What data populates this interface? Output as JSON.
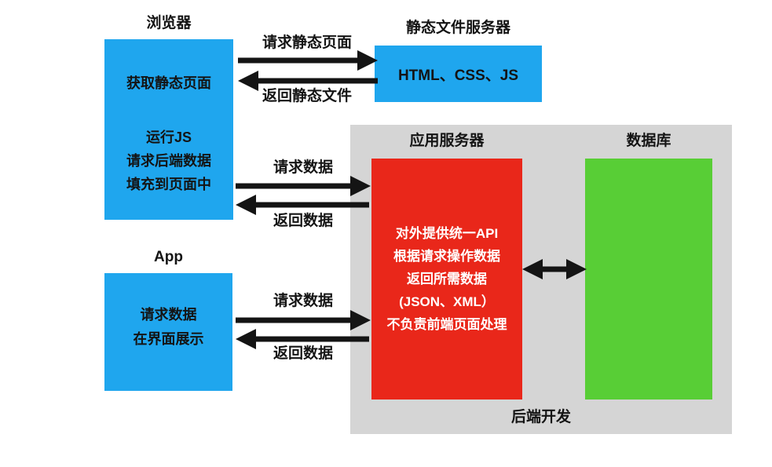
{
  "colors": {
    "node_blue": "#1FA6EE",
    "server_red": "#E9271A",
    "db_green": "#58CE36",
    "region_gray": "#D5D5D5",
    "arrow_black": "#141414",
    "red_box_text": "#FFFFFF"
  },
  "nodes": {
    "browser": {
      "title": "浏览器",
      "fetch_static": "获取静态页面",
      "run_lines": [
        "运行JS",
        "请求后端数据",
        "填充到页面中"
      ]
    },
    "static_server": {
      "title": "静态文件服务器",
      "content": "HTML、CSS、JS"
    },
    "app": {
      "title": "App",
      "lines": [
        "请求数据",
        "在界面展示"
      ]
    },
    "app_server": {
      "title": "应用服务器",
      "lines": [
        "对外提供统一API",
        "根据请求操作数据",
        "返回所需数据",
        "(JSON、XML）",
        "不负责前端页面处理"
      ]
    },
    "database": {
      "title": "数据库"
    }
  },
  "backend_region": {
    "label": "后端开发"
  },
  "arrows": {
    "request_static": "请求静态页面",
    "return_static": "返回静态文件",
    "request_data_browser": "请求数据",
    "return_data_browser": "返回数据",
    "request_data_app": "请求数据",
    "return_data_app": "返回数据"
  }
}
